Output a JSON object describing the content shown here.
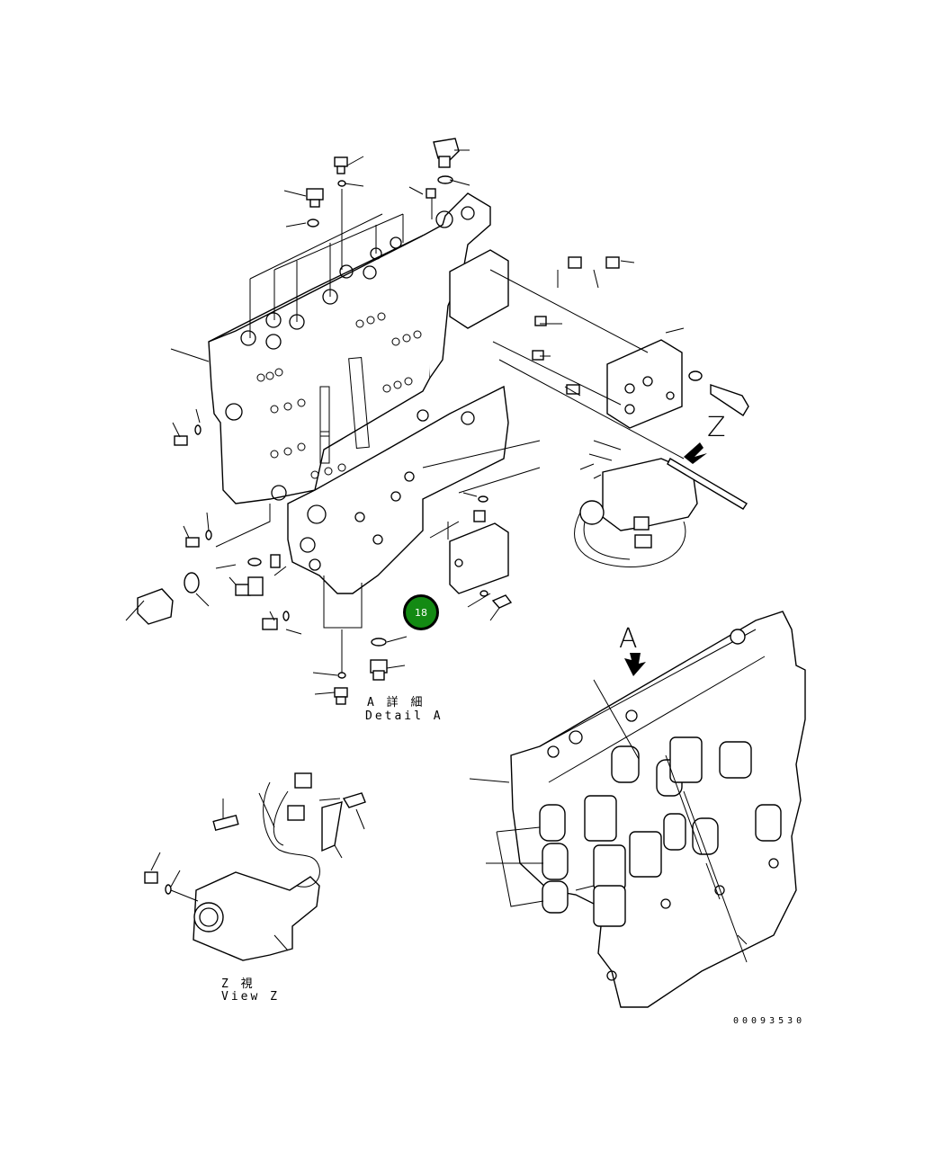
{
  "diagram": {
    "callout": {
      "number": "18",
      "color": "#138a13"
    },
    "labels": {
      "detail_a_jp": "A 詳 細",
      "detail_a_en": "Detail A",
      "view_z_jp": "Z 視",
      "view_z_en": "View Z",
      "drawing_number": "00093530"
    },
    "view_markers": {
      "z": "Z",
      "a": "A"
    }
  }
}
